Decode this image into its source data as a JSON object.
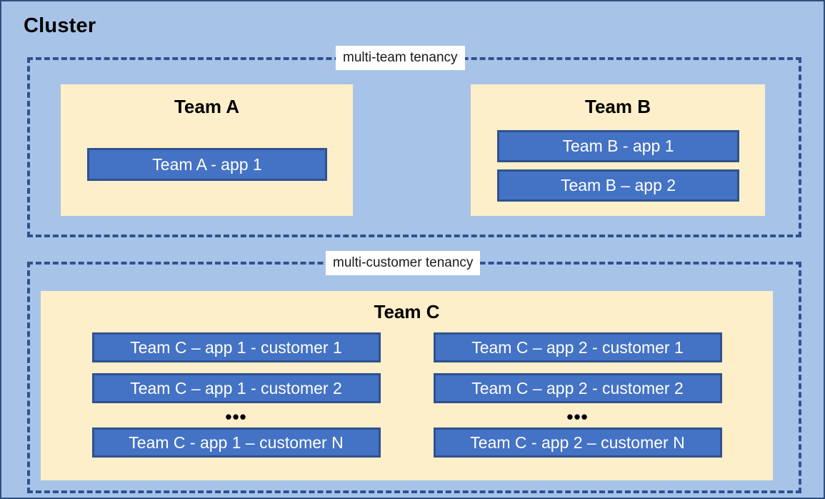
{
  "diagram": {
    "title": "Cluster",
    "background_color": "#A7C4E8",
    "frame_border_color": "#2F4E7E"
  },
  "colors": {
    "canvas_blue": "#A7C4E8",
    "dashed_border": "#2F528F",
    "team_panel_cream": "#FDEFC9",
    "app_box_fill": "#4472C4",
    "app_box_border": "#2F528F",
    "label_background": "#FFFFFF",
    "text_dark": "#000000",
    "text_on_app": "#FFFFFF"
  },
  "tenancies": [
    {
      "id": "multi-team",
      "label": "multi-team tenancy",
      "teams": [
        {
          "id": "team-a",
          "title": "Team A",
          "apps": [
            "Team A - app 1"
          ]
        },
        {
          "id": "team-b",
          "title": "Team B",
          "apps": [
            "Team B - app 1",
            "Team B – app 2"
          ]
        }
      ]
    },
    {
      "id": "multi-customer",
      "label": "multi-customer tenancy",
      "teams": [
        {
          "id": "team-c",
          "title": "Team C",
          "columns": [
            {
              "id": "team-c-app-1",
              "items": [
                "Team C – app 1 - customer 1",
                "Team C – app 1 - customer 2"
              ],
              "ellipsis": "•••",
              "last_item": "Team C - app 1 – customer N"
            },
            {
              "id": "team-c-app-2",
              "items": [
                "Team C – app 2 - customer 1",
                "Team C – app 2 - customer 2"
              ],
              "ellipsis": "•••",
              "last_item": "Team C - app 2 – customer N"
            }
          ]
        }
      ]
    }
  ]
}
